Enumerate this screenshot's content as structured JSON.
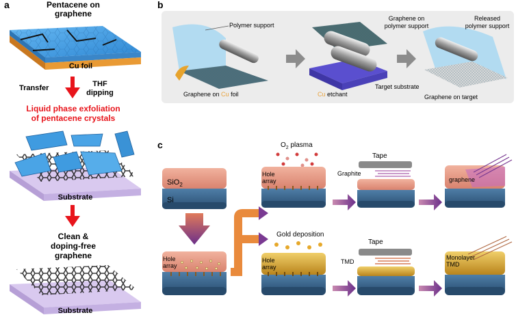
{
  "panel_a": {
    "letter": "a",
    "title_line1": "Pentacene on",
    "title_line2": "graphene",
    "cu_label": "Cu foil",
    "transfer": "Transfer",
    "thf_line1": "THF",
    "thf_line2": "dipping",
    "exfol_line1": "Liquid phase exfoliation",
    "exfol_line2": "of pentacene crystals",
    "substrate_label_1": "Substrate",
    "clean_line1": "Clean &",
    "clean_line2": "doping-free",
    "clean_line3": "graphene",
    "substrate_label_2": "Substrate"
  },
  "panel_b": {
    "letter": "b",
    "polymer_support": "Polymer support",
    "graphene_on": "Graphene on ",
    "cu": "Cu",
    "foil": " foil",
    "cu_etchant_cu": "Cu",
    "cu_etchant_rest": " etchant",
    "graphene_polymer_line1": "Graphene on",
    "graphene_polymer_line2": "polymer support",
    "target_substrate": "Target substrate",
    "released_line1": "Released",
    "released_line2": "polymer support",
    "graphene_on_target": "Graphene on target"
  },
  "panel_c": {
    "letter": "c",
    "o2_plasma_pre": "O",
    "o2_plasma_sub": "2",
    "o2_plasma_post": " plasma",
    "sio2_pre": "SiO",
    "sio2_sub": "2",
    "si": "Si",
    "hole_line1": "Hole",
    "hole_line2": "array",
    "tape_top": "Tape",
    "graphite": "Graphite",
    "graphene": "graphene",
    "gold_deposition": "Gold deposition",
    "tape_bottom": "Tape",
    "tmd": "TMD",
    "monolayer_line1": "Monolayer",
    "monolayer_line2": "TMD"
  },
  "colors": {
    "red": "#e8141b",
    "arrow_purple": "#7a3a92",
    "orange_arrow": "#e98a3c",
    "graphene_blue": "#3f9be0",
    "cu_orange": "#e9a23b",
    "substrate_lilac": "#d9c9ef",
    "si_blue": "#3f6d95",
    "sio2_pink": "#e59a8a",
    "gold": "#d9a62f",
    "panel_b_bg": "#ececec"
  }
}
